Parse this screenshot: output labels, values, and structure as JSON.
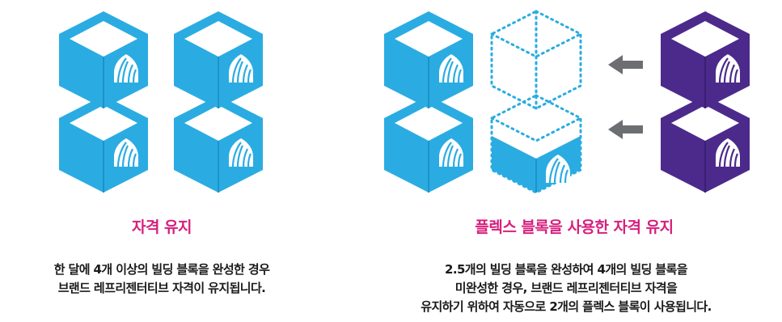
{
  "colors": {
    "blue": "#2aace2",
    "blue_edge": "#1c93c9",
    "purple": "#4b2a8c",
    "purple_edge": "#3a1f73",
    "magenta": "#d6207e",
    "arrow": "#6d6e71",
    "dotted": "#2aace2"
  },
  "icons": {
    "block": "nu-skin-logo-cube-icon",
    "arrow": "arrow-left-icon"
  },
  "left_panel": {
    "title": "자격 유지",
    "description": [
      "한 달에 4개 이상의 빌딩 블록을 완성한 경우",
      "브랜드 레프리젠터티브 자격이 유지됩니다."
    ]
  },
  "right_panel": {
    "title": "플렉스 블록을 사용한 자격 유지",
    "description": [
      "2.5개의 빌딩 블록을 완성하여 4개의 빌딩 블록을",
      "미완성한 경우, 브랜드 레프리젠터티브 자격을",
      "유지하기 위하여 자동으로 2개의 플렉스 블록이 사용됩니다."
    ]
  }
}
